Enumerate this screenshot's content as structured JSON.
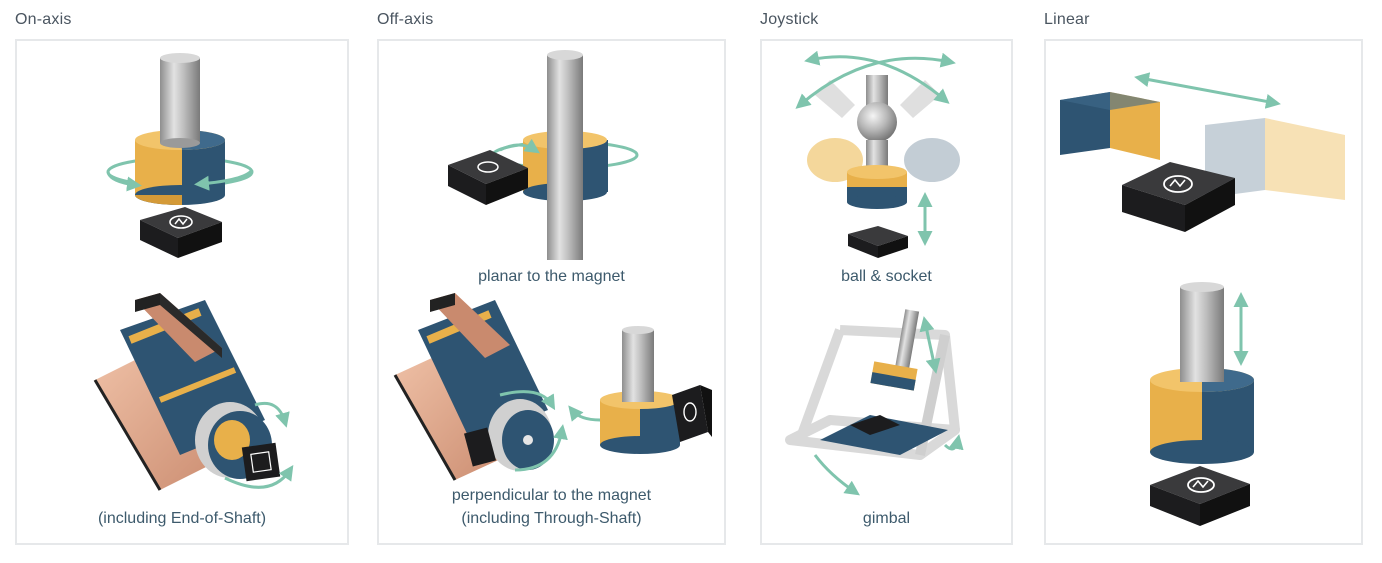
{
  "colors": {
    "yellow": "#e8b04a",
    "blue": "#2e5472",
    "arrow": "#7fc4ad",
    "chip": "#1c1c1e",
    "steel": "#b5b5b5",
    "copper": "#d9a58a",
    "panel_border": "#e6e8ea",
    "caption": "#3d5a6c"
  },
  "sections": [
    {
      "heading": "On-axis",
      "captions": [
        "(including End-of-Shaft)"
      ]
    },
    {
      "heading": "Off-axis",
      "captions": [
        "planar to the magnet",
        "perpendicular to the magnet",
        "(including Through-Shaft)"
      ]
    },
    {
      "heading": "Joystick",
      "captions": [
        "ball & socket",
        "gimbal"
      ]
    },
    {
      "heading": "Linear",
      "captions": []
    }
  ],
  "icons": [
    "sensor-chip-icon",
    "rotation-arrow-icon",
    "linear-arrow-icon",
    "magnet-icon",
    "motor-icon",
    "shaft-icon"
  ]
}
